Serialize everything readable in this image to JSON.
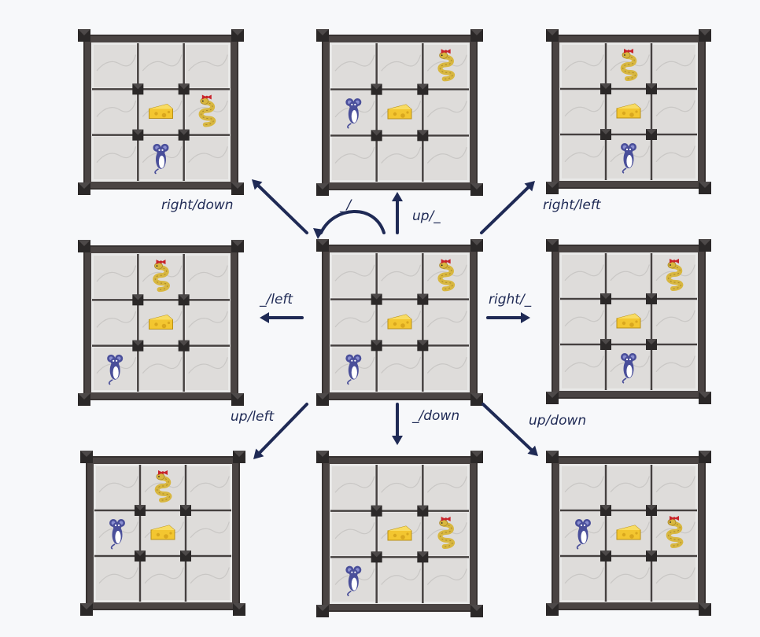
{
  "diagram": {
    "center_board": {
      "mouse": [
        2,
        0
      ],
      "cheese": [
        1,
        1
      ],
      "snake": [
        0,
        2
      ]
    },
    "boards": [
      {
        "id": "top-left",
        "label": "right/down",
        "mouse": [
          2,
          1
        ],
        "cheese": [
          1,
          1
        ],
        "snake": [
          1,
          2
        ]
      },
      {
        "id": "top-center",
        "label": "up/_",
        "mouse": [
          1,
          0
        ],
        "cheese": [
          1,
          1
        ],
        "snake": [
          0,
          2
        ]
      },
      {
        "id": "top-right",
        "label": "right/left",
        "mouse": [
          2,
          1
        ],
        "cheese": [
          1,
          1
        ],
        "snake": [
          0,
          1
        ]
      },
      {
        "id": "middle-left",
        "label": "_/left",
        "mouse": [
          2,
          0
        ],
        "cheese": [
          1,
          1
        ],
        "snake": [
          0,
          1
        ]
      },
      {
        "id": "middle-right",
        "label": "right/_",
        "mouse": [
          2,
          1
        ],
        "cheese": [
          1,
          1
        ],
        "snake": [
          0,
          2
        ]
      },
      {
        "id": "bottom-left",
        "label": "up/left",
        "mouse": [
          1,
          0
        ],
        "cheese": [
          1,
          1
        ],
        "snake": [
          0,
          1
        ]
      },
      {
        "id": "bottom-center",
        "label": "_/down",
        "mouse": [
          2,
          0
        ],
        "cheese": [
          1,
          1
        ],
        "snake": [
          1,
          2
        ]
      },
      {
        "id": "bottom-right",
        "label": "up/down",
        "mouse": [
          1,
          0
        ],
        "cheese": [
          1,
          1
        ],
        "snake": [
          1,
          2
        ]
      }
    ],
    "self_loop_label": "_/_",
    "colors": {
      "arrow": "#1f2a55",
      "frame": "#4a4443",
      "mouse": "#4a4f9a",
      "cheese": "#f3c630",
      "snake": "#d8b740",
      "snake_bow": "#c8242b"
    },
    "icons": [
      "mouse-icon",
      "cheese-icon",
      "snake-icon"
    ]
  }
}
